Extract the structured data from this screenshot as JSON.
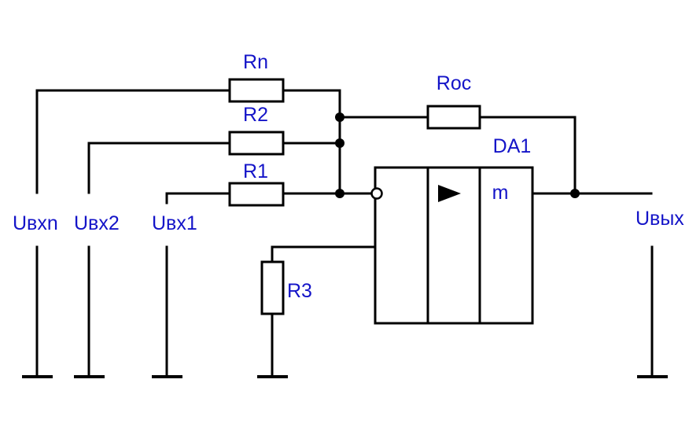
{
  "colors": {
    "label": "#1414c8",
    "line": "#000000"
  },
  "components": {
    "rn": "Rn",
    "r2": "R2",
    "r1": "R1",
    "roc": "Roc",
    "r3": "R3",
    "da1": "DA1",
    "pin_m": "m",
    "amplifier_symbol": "triangle-amplifier-icon"
  },
  "terminals": {
    "uvxn": "Uвхn",
    "uvx2": "Uвх2",
    "uvx1": "Uвх1",
    "uvyx": "Uвых"
  }
}
